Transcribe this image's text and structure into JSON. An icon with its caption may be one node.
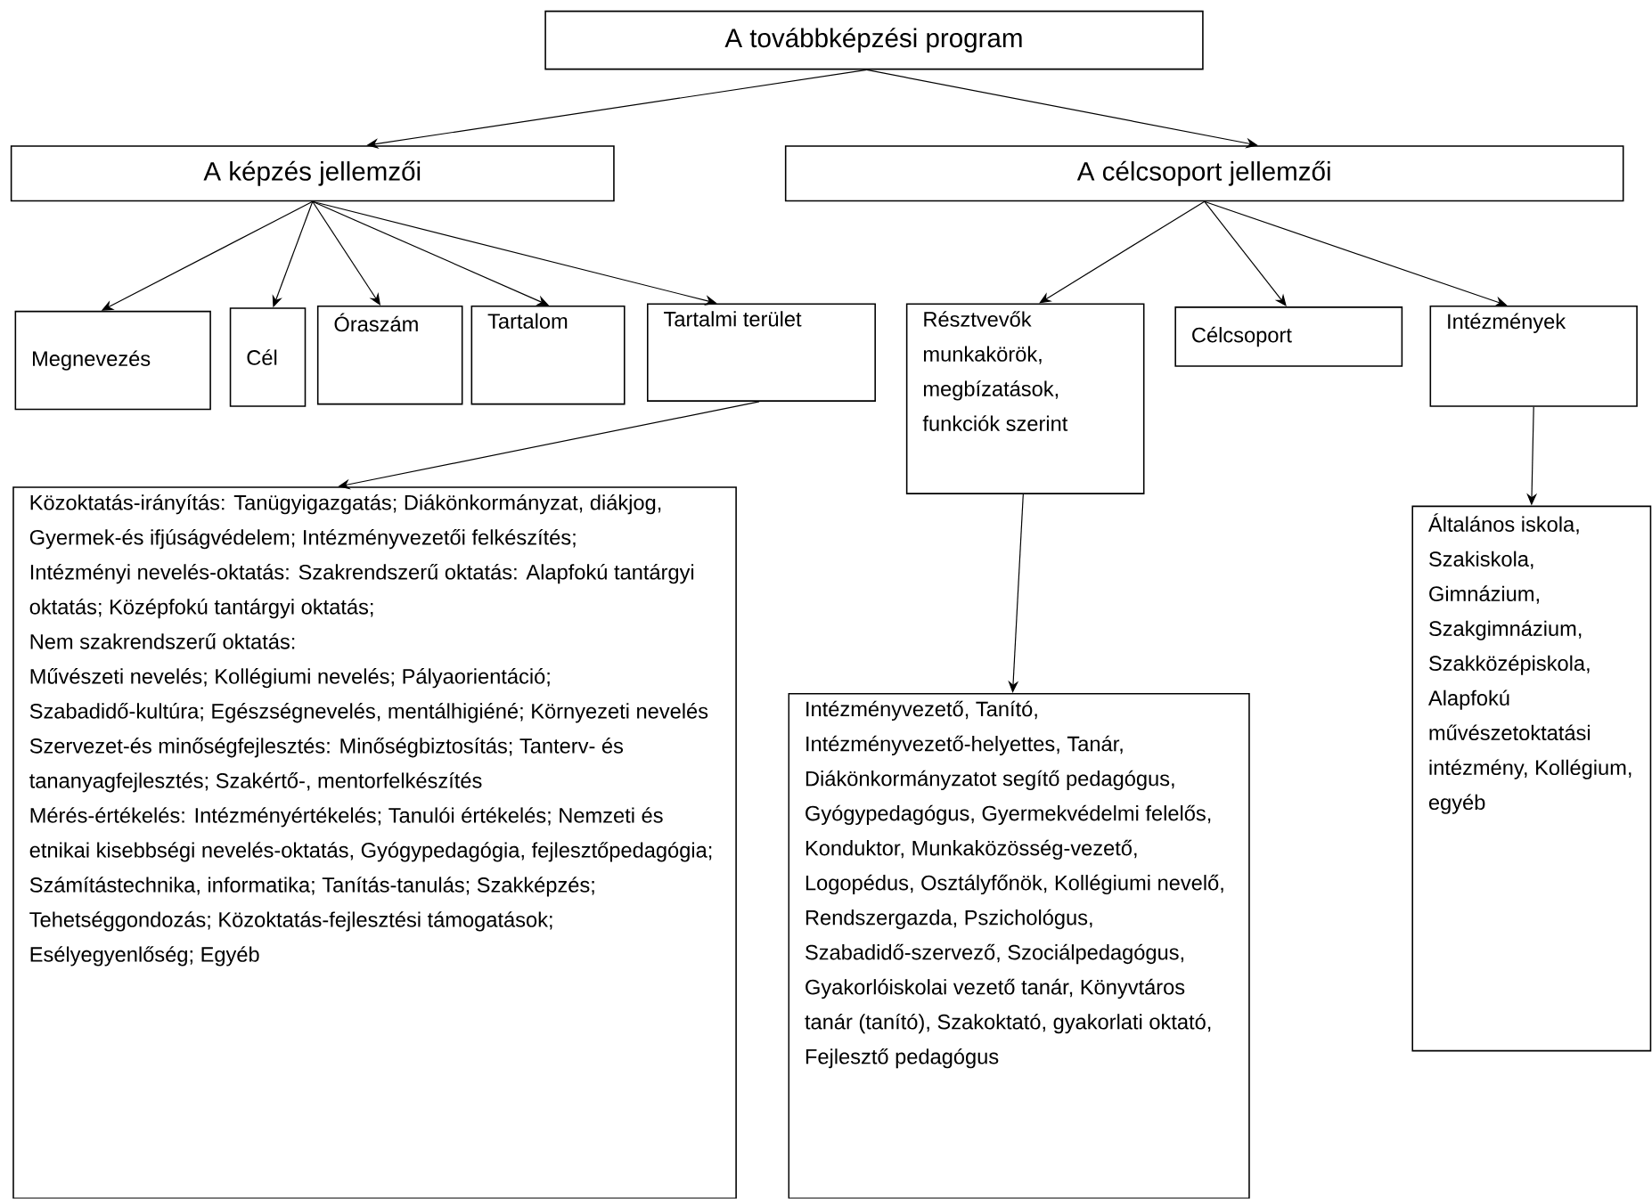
{
  "diagram": {
    "nodes": [
      {
        "text": [
          "A továbbképzési program"
        ]
      },
      {
        "text": [
          "A képzés jellemzői"
        ]
      },
      {
        "text": [
          "A célcsoport jellemzői"
        ]
      },
      {
        "text": [
          "Megnevezés"
        ]
      },
      {
        "text": [
          "Cél"
        ]
      },
      {
        "text": [
          "Óraszám"
        ]
      },
      {
        "text": [
          "Tartalom"
        ]
      },
      {
        "text": [
          "Tartalmi terület"
        ]
      },
      {
        "text": [
          "Résztvevők munkakörök, megbízatások, funkciók szerint"
        ]
      },
      {
        "text": [
          "Célcsoport"
        ]
      },
      {
        "text": [
          "Intézmények"
        ]
      },
      {
        "text": [
          "Közoktatás-irányítás: Tanügyigazgatás; Diákönkormányzat, diákjog, Gyermek-és ifjúságvédelem; Intézményvezetői felkészítés;",
          "Intézményi nevelés-oktatás: Szakrendszerű oktatás: Alapfokú tantárgyi oktatás; Középfokú tantárgyi oktatás;",
          "Nem szakrendszerű oktatás:",
          "Művészeti nevelés; Kollégiumi nevelés; Pályaorientáció; Szabadidő-kultúra; Egészségnevelés, mentálhigiéné; Környezeti nevelés",
          "Szervezet-és minőségfejlesztés: Minőségbiztosítás; Tanterv- és tananyagfejlesztés; Szakértő-, mentorfelkészítés",
          "Mérés-értékelés: Intézményértékelés; Tanulói értékelés; Nemzeti és etnikai kisebbségi nevelés-oktatás, Gyógypedagógia, fejlesztőpedagógia; Számítástechnika, informatika; Tanítás-tanulás; Szakképzés; Tehetséggondozás; Közoktatás-fejlesztési támogatások; Esélyegyenlőség; Egyéb"
        ]
      },
      {
        "text": [
          "Intézményvezető, Tanító, Intézményvezető-helyettes, Tanár, Diákönkormányzatot segítő pedagógus, Gyógypedagógus, Gyermekvédelmi felelős, Konduktor, Munkaközösség-vezető, Logopédus, Osztályfőnök, Kollégiumi nevelő, Rendszergazda, Pszichológus, Szabadidő-szervező, Szociálpedagógus, Gyakorlóiskolai vezető tanár, Könyvtáros tanár (tanító), Szakoktató, gyakorlati oktató, Fejlesztő pedagógus"
        ]
      },
      {
        "text": [
          "Általános iskola, Szakiskola, Gimnázium, Szakgimnázium, Szakközépiskola, Alapfokú művészetoktatási intézmény, Kollégium, egyéb"
        ]
      }
    ],
    "edges": [
      {
        "from": 0,
        "to": 1,
        "arrow": "to"
      },
      {
        "from": 0,
        "to": 2,
        "arrow": "to"
      },
      {
        "from": 1,
        "to": 3,
        "arrow": "to"
      },
      {
        "from": 1,
        "to": 4,
        "arrow": "to"
      },
      {
        "from": 1,
        "to": 5,
        "arrow": "to"
      },
      {
        "from": 1,
        "to": 6,
        "arrow": "to"
      },
      {
        "from": 1,
        "to": 7,
        "arrow": "to"
      },
      {
        "from": 2,
        "to": 8,
        "arrow": "to"
      },
      {
        "from": 2,
        "to": 9,
        "arrow": "to"
      },
      {
        "from": 2,
        "to": 10,
        "arrow": "to"
      },
      {
        "from": 7,
        "to": 11,
        "arrow": "to"
      },
      {
        "from": 8,
        "to": 12,
        "arrow": "to"
      },
      {
        "from": 10,
        "to": 13,
        "arrow": "to"
      }
    ]
  }
}
